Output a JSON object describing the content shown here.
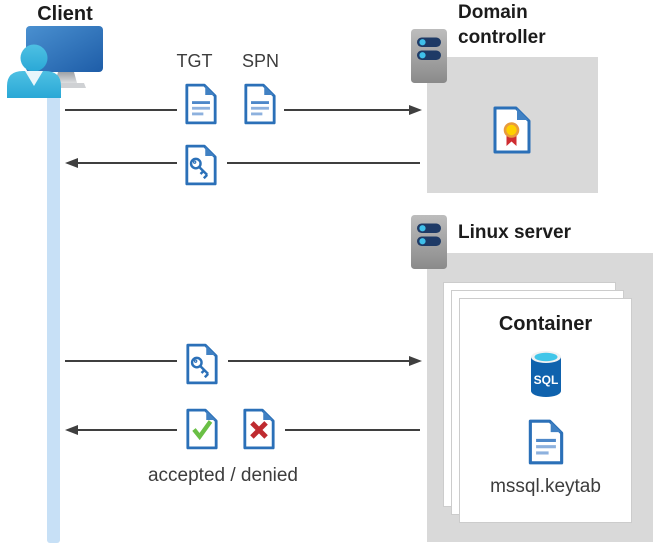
{
  "client": {
    "label": "Client"
  },
  "flow": {
    "tgt_label": "TGT",
    "spn_label": "SPN",
    "result_label": "accepted / denied"
  },
  "domain_controller": {
    "label": "Domain controller"
  },
  "linux_server": {
    "label": "Linux server"
  },
  "container": {
    "label": "Container",
    "sql_badge": "SQL",
    "keytab_label": "mssql.keytab"
  },
  "icons": {
    "client": "client-user-computer-icon",
    "server": "server-icon",
    "certificate": "certificate-document-icon",
    "ticket_document": "ticket-document-icon",
    "key_document": "key-ticket-document-icon",
    "accepted_document": "check-document-icon",
    "denied_document": "x-document-icon",
    "sql_database": "sql-database-icon",
    "keytab_document": "keytab-document-icon"
  },
  "colors": {
    "document_blue": "#2b70b8",
    "box_gray": "#d9d9d9",
    "arrow_gray": "#3f3f3f",
    "lifeline_blue": "#c7e0f6",
    "accepted_green": "#6abf45",
    "denied_red": "#bf2b30",
    "sql_body_blue": "#0f62ad",
    "sql_top_cyan": "#41c6e9",
    "monitor_blue": "#2f77bd",
    "person_cyan": "#3ab7de",
    "server_bar_navy": "#1e3a66"
  }
}
